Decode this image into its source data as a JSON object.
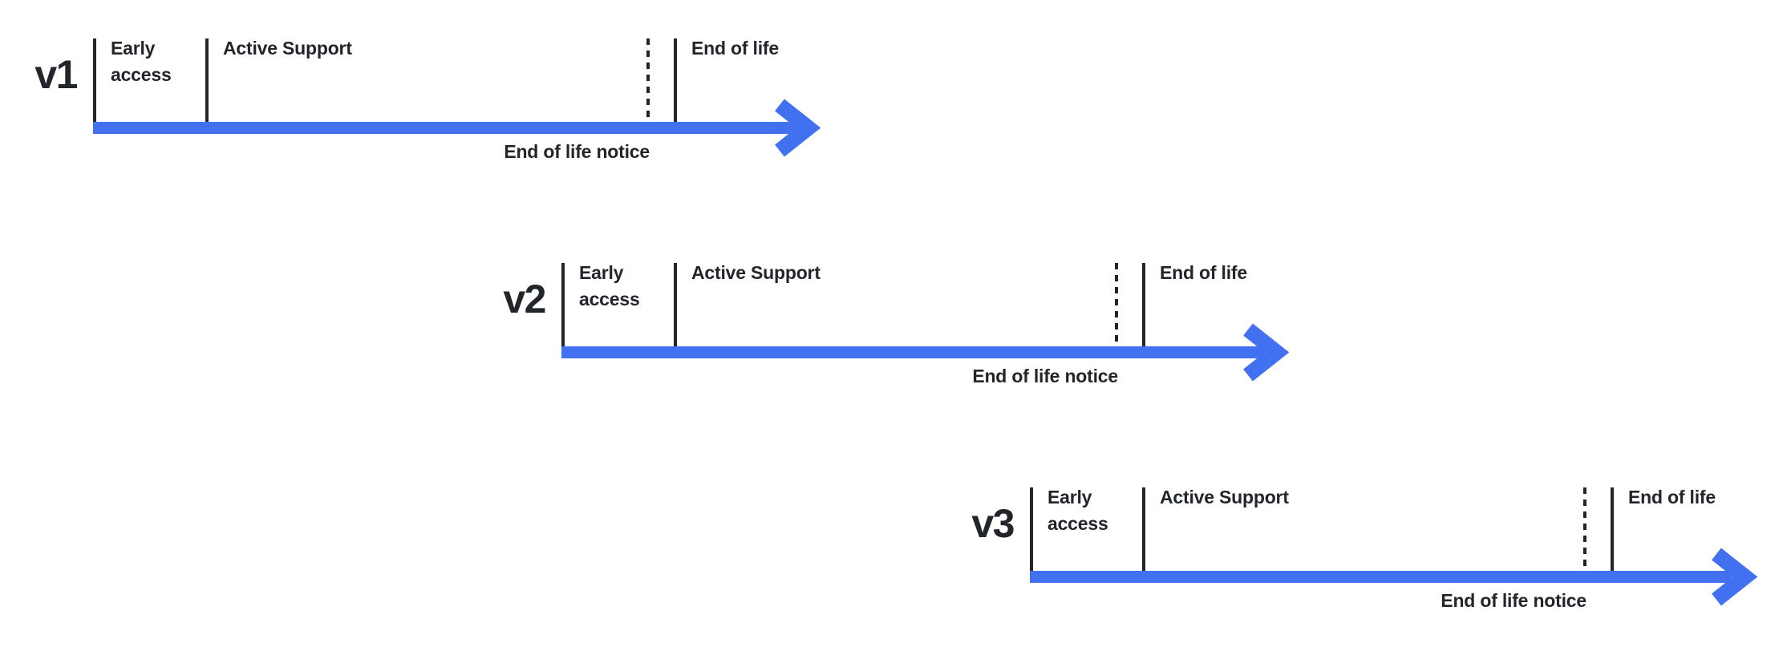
{
  "colors": {
    "accent": "#4170F1",
    "ink": "#22262B",
    "background": "#FFFFFF"
  },
  "rows": [
    {
      "version": "v1",
      "early_access": "Early access",
      "active_support": "Active Support",
      "end_of_life": "End of life",
      "notice": "End of life notice"
    },
    {
      "version": "v2",
      "early_access": "Early access",
      "active_support": "Active Support",
      "end_of_life": "End of life",
      "notice": "End of life notice"
    },
    {
      "version": "v3",
      "early_access": "Early access",
      "active_support": "Active Support",
      "end_of_life": "End of life",
      "notice": "End of life notice"
    }
  ]
}
